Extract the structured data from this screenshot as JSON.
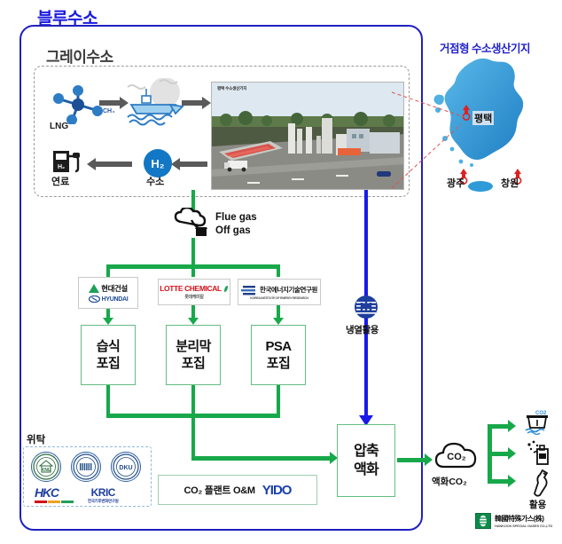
{
  "titles": {
    "blue_hydrogen": "블루수소",
    "gray_hydrogen": "그레이수소",
    "hub_production_base": "거점형 수소생산기지"
  },
  "gray_hydrogen_flow": {
    "lng_label": "LNG",
    "lng_formula": "CH₄",
    "ship_icon": "lng-carrier-ship-icon",
    "fuel_label": "연료",
    "fuel_icon": "fuel-pump-icon",
    "hydrogen_badge": "H₂",
    "hydrogen_label": "수소",
    "plant_caption": "평택 수소생산기지"
  },
  "map": {
    "pins": [
      {
        "name": "평택"
      },
      {
        "name": "광주"
      },
      {
        "name": "창원"
      }
    ]
  },
  "flue_gas": {
    "line1": "Flue gas",
    "line2": "Off gas",
    "icon": "smoke-stack-icon"
  },
  "partners": [
    {
      "id": "hyundai-engineering-construction",
      "line1": "현대건설",
      "line2": "HYUNDAI"
    },
    {
      "id": "lotte-chemical",
      "line1": "LOTTE CHEMICAL",
      "line2": "롯데케미칼"
    },
    {
      "id": "korea-institute-of-energy-research",
      "line1": "한국에너지기술연구원",
      "line2": "KOREA INSTITUTE OF ENERGY RESEARCH"
    }
  ],
  "capture_boxes": [
    {
      "line1": "습식",
      "line2": "포집"
    },
    {
      "line1": "분리막",
      "line2": "포집"
    },
    {
      "line1": "PSA",
      "line2": "포집"
    }
  ],
  "cold_energy": {
    "label": "냉열활용",
    "logo": "korea-gas-corporation-logo"
  },
  "compression": {
    "line1": "압축",
    "line2": "액화"
  },
  "entrusted": {
    "label": "위탁",
    "seals": [
      {
        "text": "KNU"
      },
      {
        "text": "UOS"
      },
      {
        "text": "DKU"
      }
    ],
    "logos": [
      {
        "text": "HKC"
      },
      {
        "text": "KRIC",
        "sub": "한국기후변화연구원"
      }
    ]
  },
  "om_box": {
    "text": "CO₂ 플랜트 O&M",
    "logo": "YIDO"
  },
  "liquid_co2": {
    "cloud_text": "CO₂",
    "label": "액화CO₂"
  },
  "utilization": {
    "label": "활용",
    "icons": [
      {
        "name": "co2-storage-tank-icon",
        "badge": "CO2"
      },
      {
        "name": "chemical-spray-bottle-icon"
      },
      {
        "name": "beverage-bottle-icon"
      }
    ],
    "company": {
      "name_ko": "韓國特殊가스(株)",
      "name_en": "HANKOOK SPECIAL GASES CO.,LTD"
    }
  },
  "colors": {
    "blue_accent": "#1a1ae0",
    "green_flow": "#17a84a",
    "box_border_green": "#63bd83",
    "hydrogen_blue": "#1277c4",
    "map_blue": "#2e9bd8",
    "pin_red": "#e02020"
  }
}
